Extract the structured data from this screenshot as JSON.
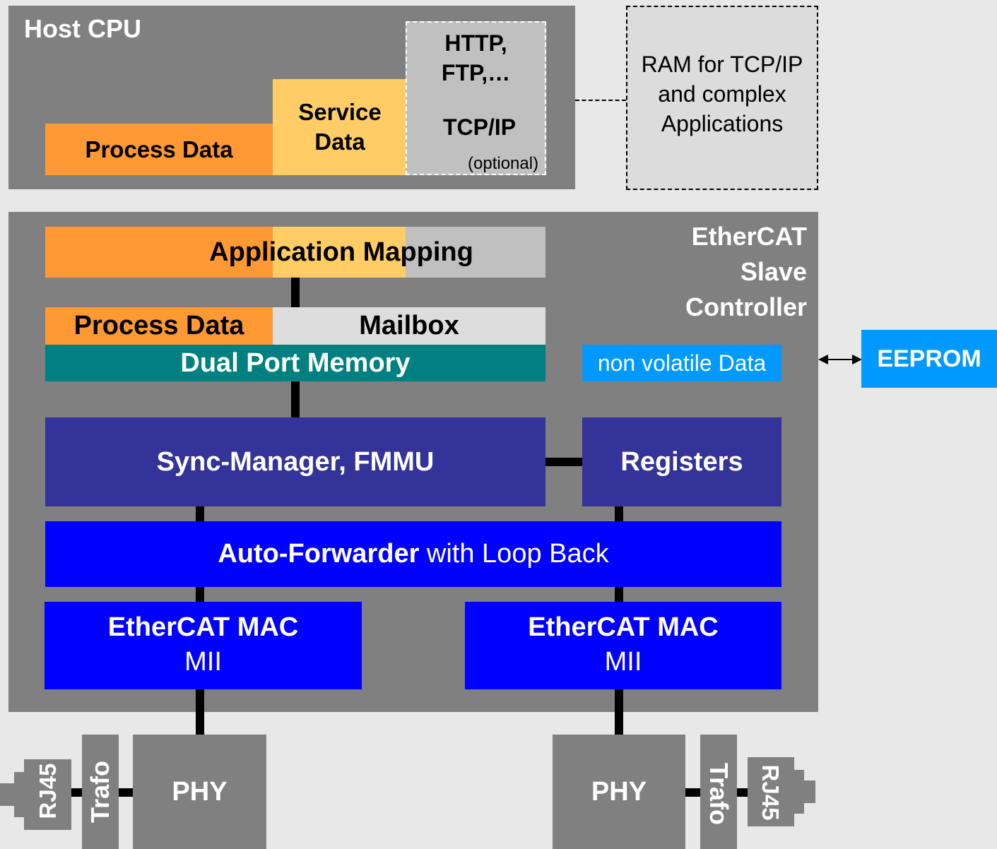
{
  "host_cpu": {
    "title": "Host CPU",
    "process_data": "Process Data",
    "service_data": "Service\nData",
    "protocols": "HTTP,\nFTP,…",
    "tcpip": "TCP/IP",
    "optional": "(optional)"
  },
  "ram": {
    "label": "RAM for TCP/IP\nand complex\nApplications"
  },
  "esc": {
    "title": "EtherCAT\nSlave\nController",
    "application_mapping": "Application Mapping",
    "process_data": "Process Data",
    "mailbox": "Mailbox",
    "dual_port_memory": "Dual Port Memory",
    "non_volatile": "non volatile Data",
    "sync_manager": "Sync-Manager, FMMU",
    "registers": "Registers",
    "auto_forwarder_bold": "Auto-Forwarder",
    "auto_forwarder_rest": " with Loop Back",
    "mac_left_title": "EtherCAT MAC",
    "mac_left_sub": "MII",
    "mac_right_title": "EtherCAT MAC",
    "mac_right_sub": "MII"
  },
  "eeprom": {
    "label": "EEPROM"
  },
  "phy_left": {
    "label": "PHY",
    "trafo": "Trafo",
    "rj45": "RJ45"
  },
  "phy_right": {
    "label": "PHY",
    "trafo": "Trafo",
    "rj45": "RJ45"
  },
  "colors": {
    "background": "#e8e8e8",
    "block_gray": "#808080",
    "orange": "#ff9933",
    "light_orange": "#ffcc66",
    "light_gray": "#c0c0c0",
    "mailbox_gray": "#dddddd",
    "teal": "#008080",
    "dark_blue": "#333399",
    "blue": "#0000ff",
    "sky_blue": "#0099ff"
  }
}
